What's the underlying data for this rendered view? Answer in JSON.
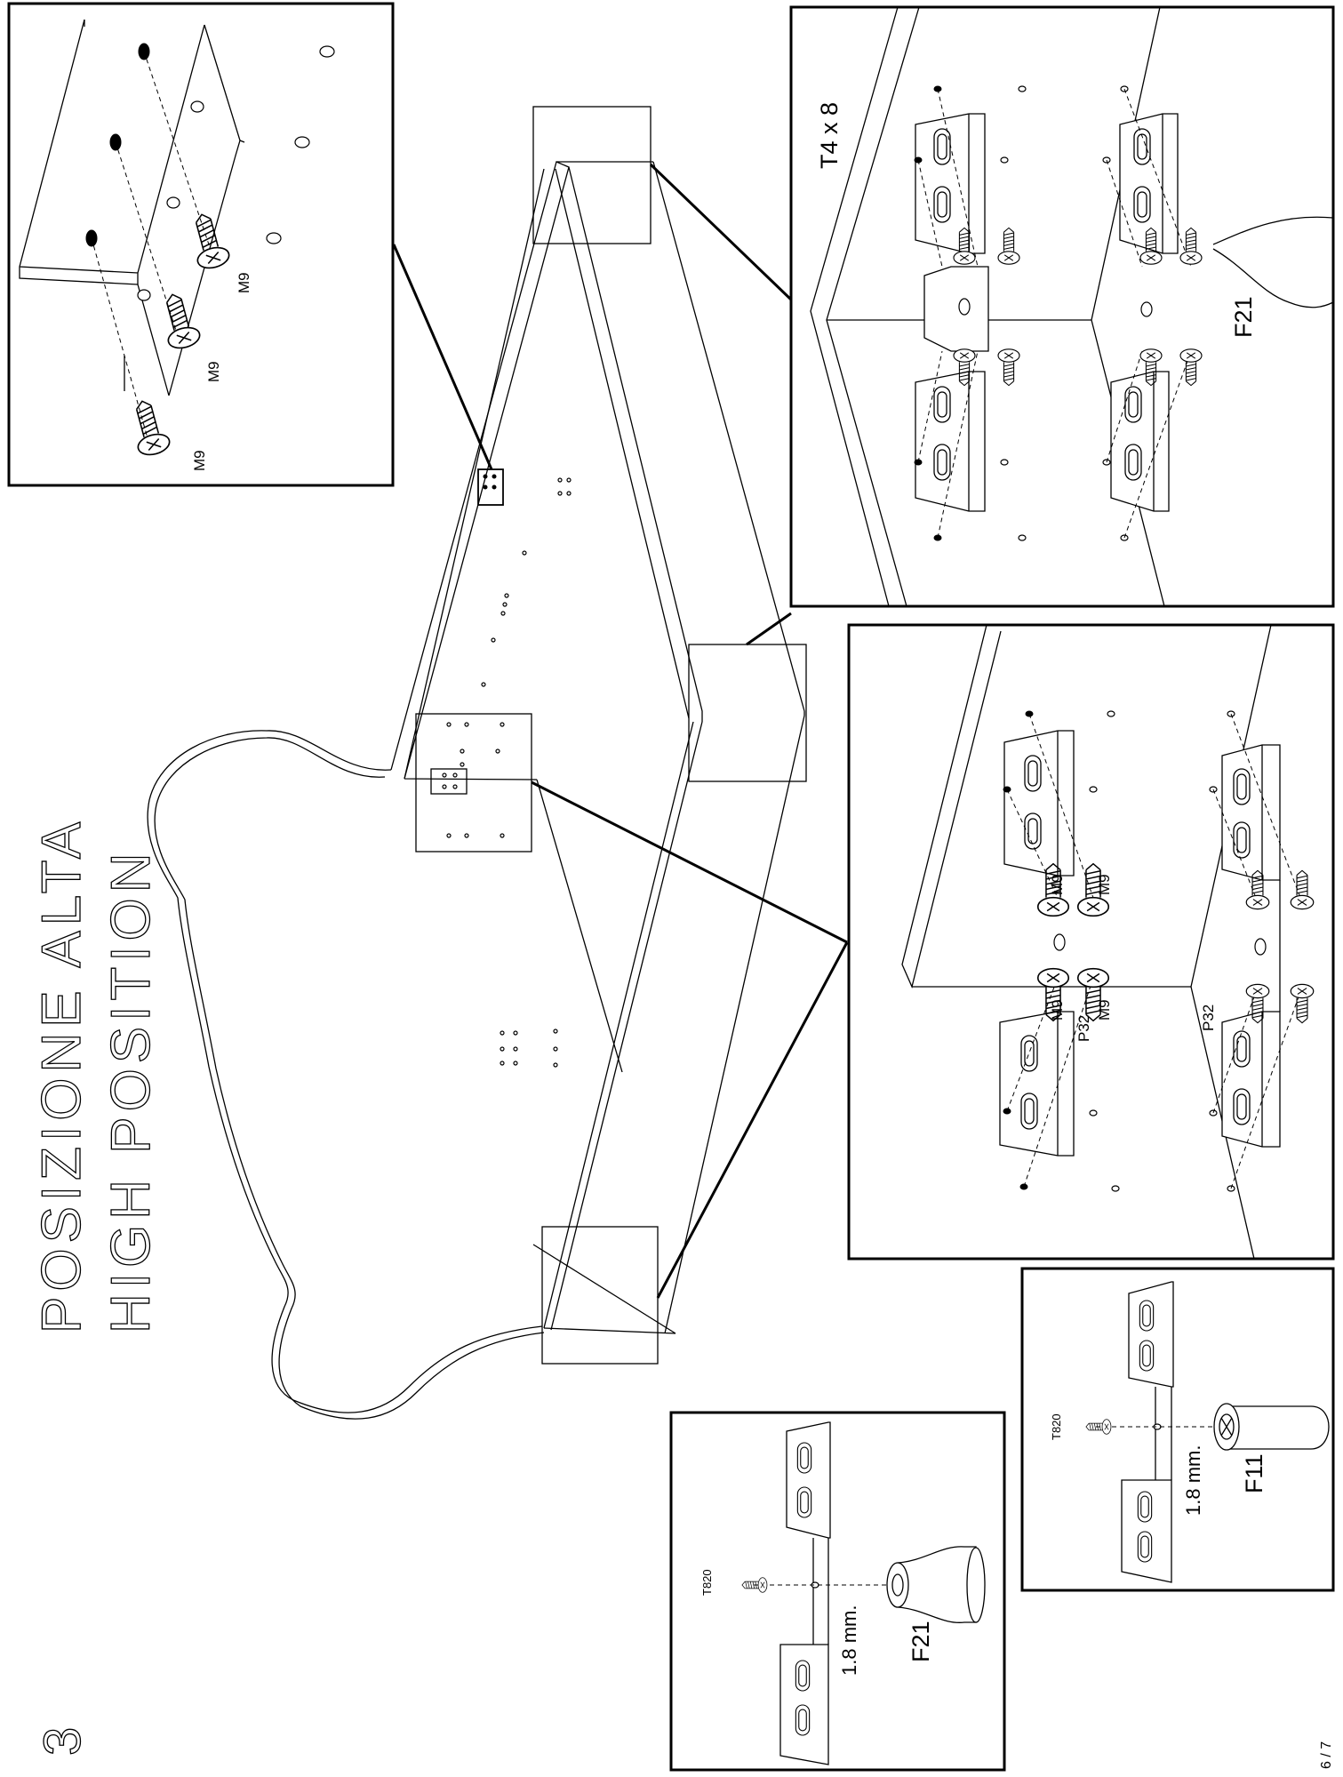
{
  "step": {
    "number": "3",
    "title_it": "POSIZIONE ALTA",
    "title_en": "HIGH POSITION"
  },
  "page_indicator": "6 / 7",
  "detail_top_left": {
    "labels": [
      "M9",
      "M9",
      "M9"
    ]
  },
  "detail_top_right": {
    "quantity": "T4 x 8",
    "part": "F21"
  },
  "detail_middle_right": {
    "screw_labels": [
      "M9",
      "M9",
      "M9",
      "M9"
    ],
    "plate_labels": [
      "P32",
      "P32"
    ]
  },
  "detail_f11": {
    "screw": "T820",
    "gap": "1.8 mm.",
    "foot": "F11"
  },
  "detail_f21": {
    "screw": "T820",
    "gap": "1.8 mm.",
    "foot": "F21"
  }
}
